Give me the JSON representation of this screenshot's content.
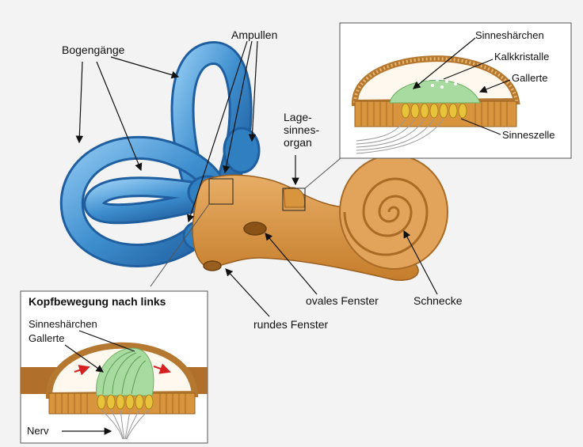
{
  "colors": {
    "background": "#f3f3f3",
    "canal_blue": "#3f8fcf",
    "vestibule_orange": "#d9953e",
    "cochlea_orange": "#e2a45a",
    "gel_green": "#a8dba0",
    "hair_cell_yellow": "#e8c23a",
    "inset_border": "#555555"
  },
  "icons": [
    "cross-section-inset",
    "arrow"
  ],
  "labels": {
    "bogengaenge": "Bogengänge",
    "ampullen": "Ampullen",
    "lagesinnesorgan": "Lage-\nsinnes-\norgan",
    "ovales_fenster": "ovales Fenster",
    "rundes_fenster": "rundes Fenster",
    "schnecke": "Schnecke"
  },
  "inset_top": {
    "sinneshaerchen": "Sinneshärchen",
    "kalkkristalle": "Kalkkristalle",
    "gallerte": "Gallerte",
    "sinneszelle": "Sinneszelle"
  },
  "inset_bottom": {
    "title": "Kopfbewegung nach links",
    "sinneshaerchen": "Sinneshärchen",
    "gallerte": "Gallerte",
    "nerv": "Nerv"
  }
}
